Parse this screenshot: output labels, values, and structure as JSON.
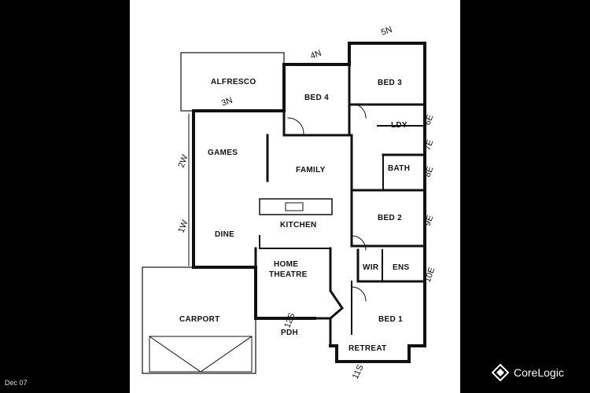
{
  "footer": {
    "date": "Dec 07",
    "brand": "CoreLogic",
    "brand_icon": "corelogic-logo-icon"
  },
  "rooms": {
    "alfresco": "ALFRESCO",
    "bed4": "BED 4",
    "bed3": "BED 3",
    "games": "GAMES",
    "family": "FAMILY",
    "ldy": "LDY",
    "bath": "BATH",
    "bed2": "BED 2",
    "kitchen": "KITCHEN",
    "dine": "DINE",
    "home_theatre_1": "HOME",
    "home_theatre_2": "THEATRE",
    "wir": "WIR",
    "ens": "ENS",
    "carport": "CARPORT",
    "bed1": "BED 1",
    "retreat": "RETREAT",
    "pdr": "PDH"
  },
  "window_marks": {
    "n4": "4N",
    "n5": "5N",
    "n3": "3N",
    "w2": "2W",
    "w1": "1W",
    "e6": "6E",
    "e7": "7E",
    "e8": "8E",
    "e9": "9E",
    "e10": "10E",
    "s11": "11S",
    "s12": "12S"
  },
  "colors": {
    "background": "#000000",
    "sheet": "#ffffff",
    "ink": "#111111"
  }
}
